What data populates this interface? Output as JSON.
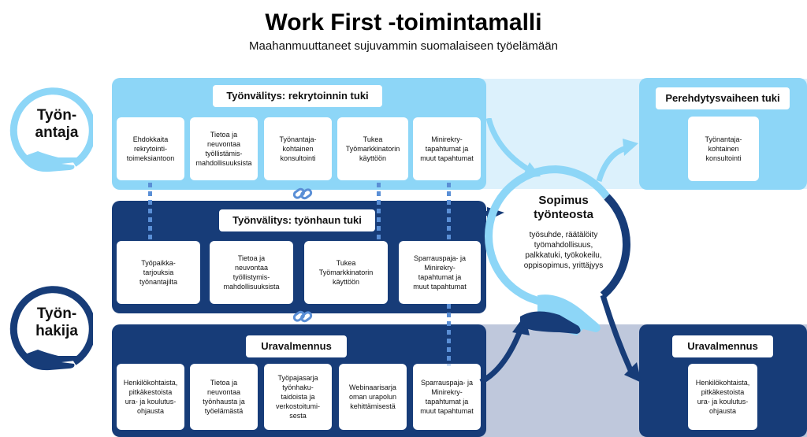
{
  "header": {
    "title": "Work First -toimintamalli",
    "subtitle": "Maahanmuuttaneet sujuvammin suomalaiseen työelämään"
  },
  "roles": {
    "employer": "Työn-\nantaja",
    "jobseeker": "Työn-\nhakija"
  },
  "recruitment": {
    "title": "Työnvälitys: rekrytoinnin tuki",
    "cards": [
      "Ehdokkaita\nrekrytointi-\ntoimeksiantoon",
      "Tietoa ja\nneuvontaa\ntyöllistämis-\nmahdollisuuksista",
      "Työnantaja-\nkohtainen\nkonsultointi",
      "Tukea\nTyömarkkinatorin\nkäyttöön",
      "Minirekry-\ntapahtumat ja\nmuut tapahtumat"
    ]
  },
  "orientation": {
    "title": "Perehdytysvaiheen tuki",
    "card": "Työnantaja-\nkohtainen\nkonsultointi"
  },
  "jobsearch": {
    "title": "Työnvälitys: työnhaun tuki",
    "cards": [
      "Työpaikka-\ntarjouksia\ntyönantajilta",
      "Tietoa ja\nneuvontaa\ntyöllistymis-\nmahdollisuuksista",
      "Tukea\nTyömarkkinatorin\nkäyttöön",
      "Sparrauspaja- ja\nMinirekry-\ntapahtumat ja\nmuut tapahtumat"
    ]
  },
  "coaching": {
    "title": "Uravalmennus",
    "cards": [
      "Henkilökohtaista,\npitkäkestoista\nura- ja koulutus-\nohjausta",
      "Tietoa ja\nneuvontaa\ntyönhausta ja\ntyöelämästä",
      "Työpajasarja\ntyönhaku-\ntaidoista ja\nverkostoitumi-\nsesta",
      "Webinaarisarja\noman urapolun\nkehittämisestä",
      "Sparrauspaja- ja\nMinirekry-\ntapahtumat ja\nmuut tapahtumat"
    ]
  },
  "coaching_after": {
    "title": "Uravalmennus",
    "card": "Henkilökohtaista,\npitkäkestoista\nura- ja koulutus-\nohjausta"
  },
  "agreement": {
    "title": "Sopimus\ntyönteosta",
    "text": "työsuhde, räätälöity\ntyömahdollisuus,\npalkkatuki, työkokeilu,\noppisopimus, yrittäjyys"
  },
  "colors": {
    "light_blue": "#8dd6f7",
    "dark_navy": "#173c78",
    "mid_blue": "#5a8fd6"
  }
}
